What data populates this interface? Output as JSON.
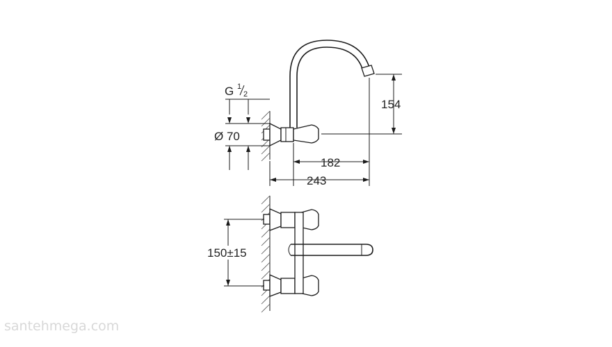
{
  "top_view": {
    "thread_label": "G",
    "thread_fraction_num": "1",
    "thread_fraction_den": "2",
    "diameter_label": "Ø 70",
    "height_label": "154",
    "reach_label": "182",
    "overall_label": "243"
  },
  "bottom_view": {
    "centers_label": "150±15"
  },
  "watermark": "santehmega.com"
}
